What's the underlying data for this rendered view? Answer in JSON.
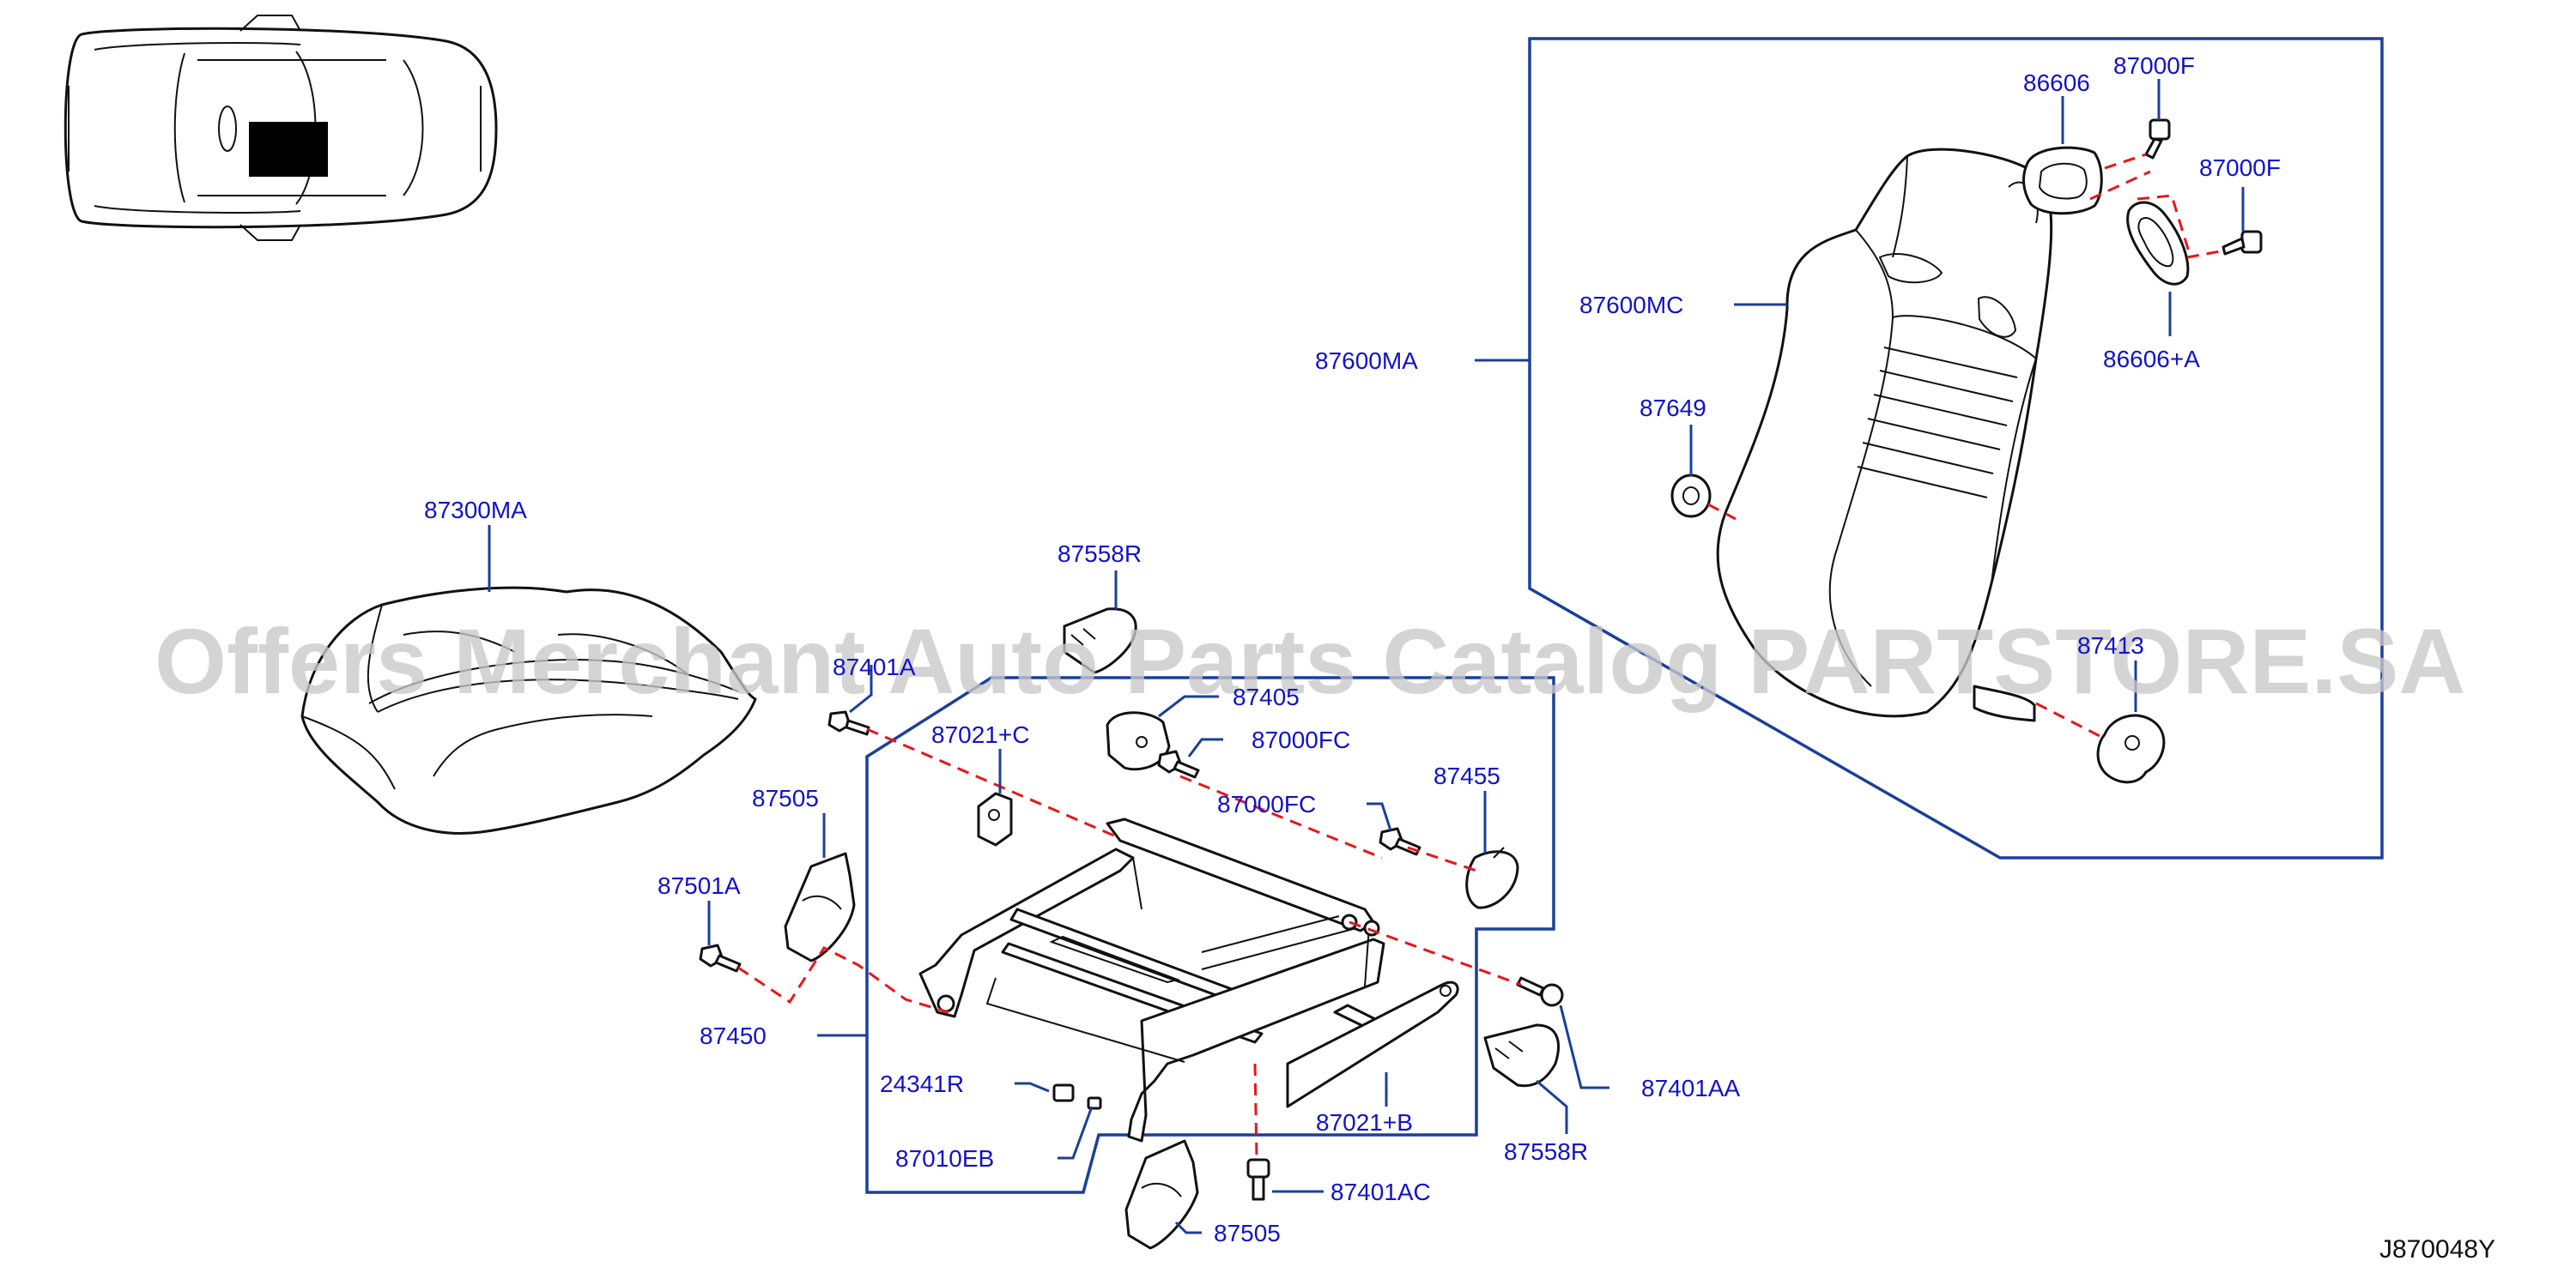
{
  "labels": {
    "p87300MA": "87300MA",
    "p87600MA": "87600MA",
    "p87600MC": "87600MC",
    "p86606": "86606",
    "p86606A": "86606+A",
    "p87000F_1": "87000F",
    "p87000F_2": "87000F",
    "p87649": "87649",
    "p87558R_top": "87558R",
    "p87558R_bottom": "87558R",
    "p87401A": "87401A",
    "p87405": "87405",
    "p87021C": "87021+C",
    "p87000FC_1": "87000FC",
    "p87000FC_2": "87000FC",
    "p87455": "87455",
    "p87505_top": "87505",
    "p87505_bottom": "87505",
    "p87501A": "87501A",
    "p87450": "87450",
    "p24341R": "24341R",
    "p87010EB": "87010EB",
    "p87021B": "87021+B",
    "p87401AA": "87401AA",
    "p87401AC": "87401AC",
    "p87413": "87413"
  },
  "diagram_code": "J870048Y",
  "watermark": "Offers Merchant Auto Parts Catalog PARTSTORE.SA",
  "colors": {
    "label": "#1212c8",
    "leader": "#1b3f9a",
    "alignment": "#e8161b",
    "outline": "#111111",
    "watermark": "#c9c9c9",
    "background": "#ffffff"
  },
  "icons": {
    "vehicle_locator": "car-top-view-icon",
    "location_marker": "seat-location-marker"
  }
}
